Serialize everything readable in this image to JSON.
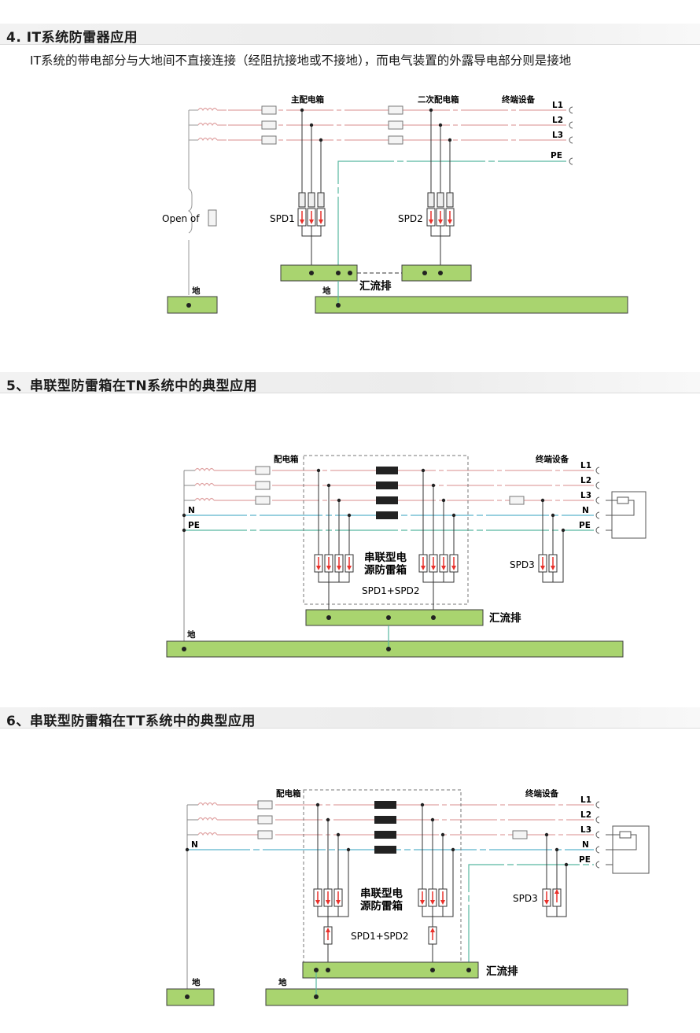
{
  "sections": [
    {
      "title": "4. IT系统防雷器应用",
      "description": "IT系统的带电部分与大地间不直接连接（经阻抗接地或不接地），而电气装置的外露导电部分则是接地",
      "labels": {
        "main_box": "主配电箱",
        "secondary_box": "二次配电箱",
        "terminal": "终端设备",
        "l1": "L1",
        "l2": "L2",
        "l3": "L3",
        "pe": "PE",
        "open_of": "Open of",
        "spd1": "SPD1",
        "spd2": "SPD2",
        "busbar": "汇流排",
        "ground_left": "地",
        "ground_right": "地"
      }
    },
    {
      "title": "5、串联型防雷箱在TN系统中的典型应用",
      "labels": {
        "dist_box": "配电箱",
        "terminal": "终端设备",
        "l1": "L1",
        "l2": "L2",
        "l3": "L3",
        "n": "N",
        "pe": "PE",
        "n_left": "N",
        "pe_left": "PE",
        "series_box_line1": "串联型电",
        "series_box_line2": "源防雷箱",
        "spd12": "SPD1+SPD2",
        "spd3": "SPD3",
        "busbar": "汇流排",
        "ground": "地"
      }
    },
    {
      "title": "6、串联型防雷箱在TT系统中的典型应用",
      "labels": {
        "dist_box": "配电箱",
        "terminal": "终端设备",
        "l1": "L1",
        "l2": "L2",
        "l3": "L3",
        "n": "N",
        "pe": "PE",
        "n_left": "N",
        "series_box_line1": "串联型电",
        "series_box_line2": "源防雷箱",
        "spd12": "SPD1+SPD2",
        "spd3": "SPD3",
        "busbar": "汇流排",
        "ground_left": "地",
        "ground_right": "地"
      }
    }
  ],
  "colors": {
    "phase_line": "#e0a4a4",
    "neutral_line": "#5ab4cc",
    "pe_line": "#58b8a0",
    "busbar_fill": "#a9d46f",
    "busbar_stroke": "#3d3d3d",
    "arrow": "#e8302a"
  }
}
